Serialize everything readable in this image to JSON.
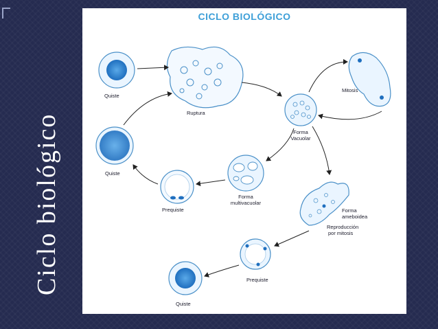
{
  "slide": {
    "title": "Ciclo biológico"
  },
  "diagram": {
    "heading": "CICLO BIOLÓGICO",
    "labels": {
      "quiste_top": "Quiste",
      "ruptura": "Ruptura",
      "mitosis": "Mitosis",
      "forma_vacuolar_1": "Forma",
      "forma_vacuolar_2": "Vacuolar",
      "quiste_mid": "Quiste",
      "prequiste_left": "Prequiste",
      "forma_multivacuolar_1": "Forma",
      "forma_multivacuolar_2": "multivacuolar",
      "forma_ameboidea_1": "Forma",
      "forma_ameboidea_2": "ameboidea",
      "reproduccion_1": "Reproducción",
      "reproduccion_2": "por mitosis",
      "prequiste_bottom": "Prequiste",
      "quiste_bottom": "Quiste"
    },
    "colors": {
      "accent": "#3d9fd8",
      "ink": "#1a5f99",
      "fill": "#dcefff"
    }
  }
}
